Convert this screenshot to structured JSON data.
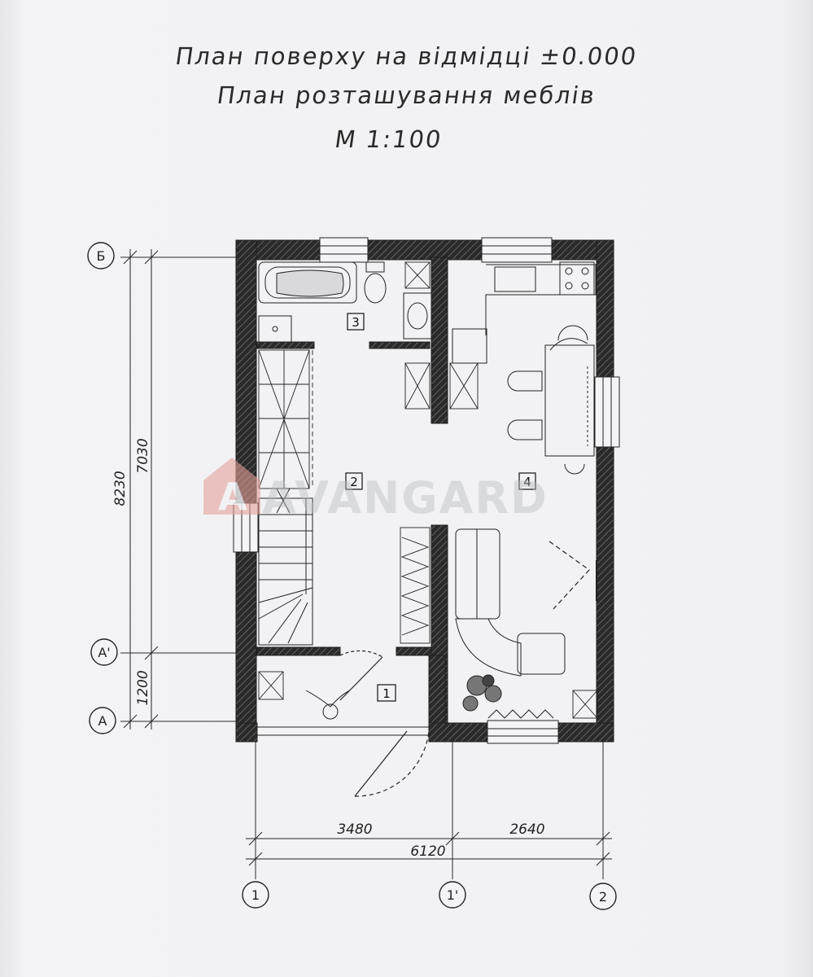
{
  "title": {
    "line1": "План поверху на відмідці ±0.000",
    "line2": "План розташування меблів",
    "scale": "М 1:100"
  },
  "axes": {
    "rows": [
      "Б",
      "А'",
      "А"
    ],
    "cols": [
      "1",
      "1'",
      "2"
    ]
  },
  "dimensions": {
    "left_total": "8230",
    "left_upper": "7030",
    "left_lower": "1200",
    "bottom_left": "3480",
    "bottom_right": "2640",
    "bottom_total": "6120"
  },
  "rooms": [
    "1",
    "2",
    "3",
    "4"
  ],
  "watermark": "AVANGARD",
  "colors": {
    "line": "#1e1e1e",
    "watermark_mark": "#e3a09a"
  }
}
